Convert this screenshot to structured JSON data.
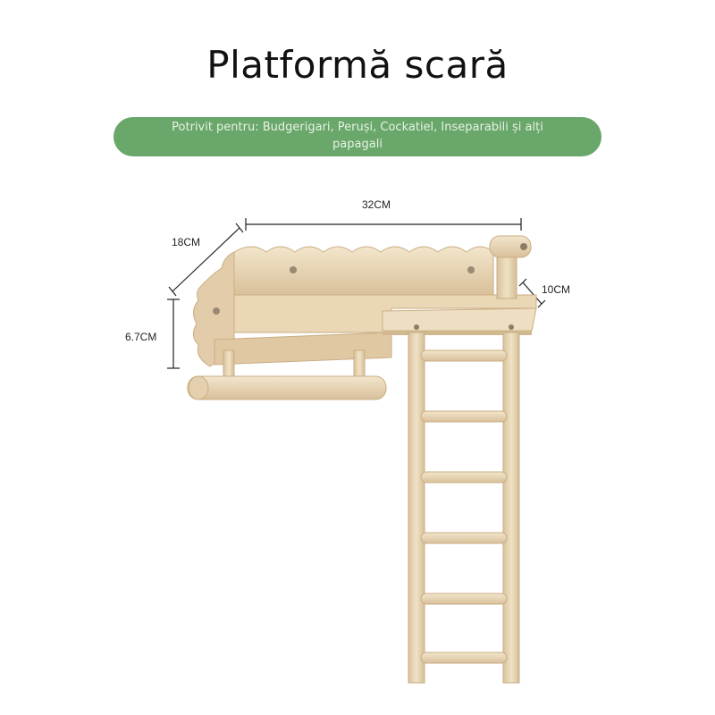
{
  "title": "Platformă scară",
  "subtitle": "Potrivit pentru: Budgerigari, Peruși, Cockatiel, Inseparabili și alți papagali",
  "dimensions": {
    "length": "32CM",
    "depth": "18CM",
    "height": "6.7CM",
    "step": "10CM"
  },
  "colors": {
    "pill": "#6aa76b",
    "wood": "#e9d6b6"
  }
}
